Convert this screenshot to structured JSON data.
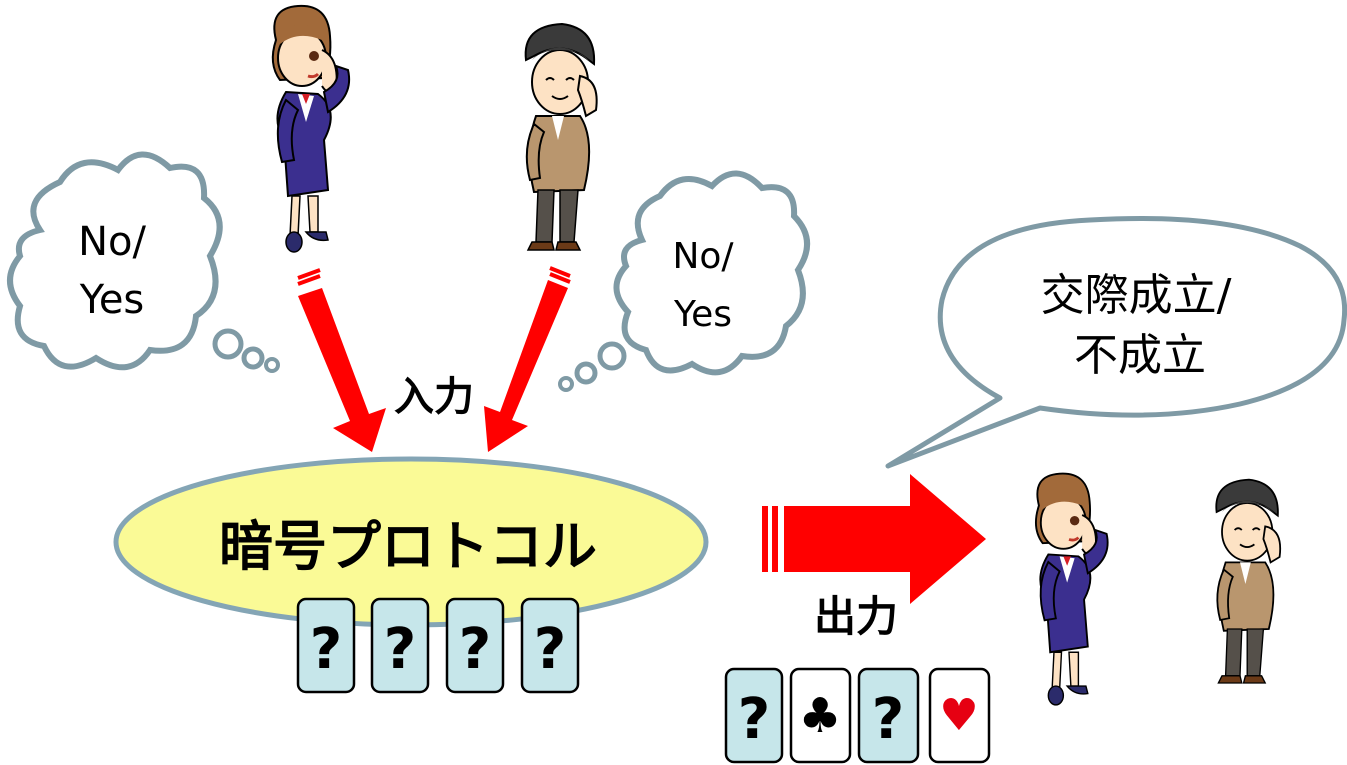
{
  "thought_left": [
    "No/",
    "Yes"
  ],
  "thought_right": [
    "No/",
    "Yes"
  ],
  "input_label": "入力",
  "output_label": "出力",
  "protocol_label": "暗号プロトコル",
  "speech": [
    "交際成立/",
    "不成立"
  ],
  "hidden_cards": [
    "?",
    "?",
    "?",
    "?"
  ],
  "output_cards": [
    {
      "kind": "hidden",
      "symbol": "?"
    },
    {
      "kind": "club",
      "symbol": "♣"
    },
    {
      "kind": "hidden",
      "symbol": "?"
    },
    {
      "kind": "heart",
      "symbol": "♥"
    }
  ],
  "colors": {
    "arrow": "#ff0000",
    "ellipse_fill": "#fafa96",
    "ellipse_stroke": "#84a5b5",
    "cloud_stroke": "#7f9aa5",
    "card_hidden": "#c6e6ea",
    "heart": "#e60012"
  }
}
